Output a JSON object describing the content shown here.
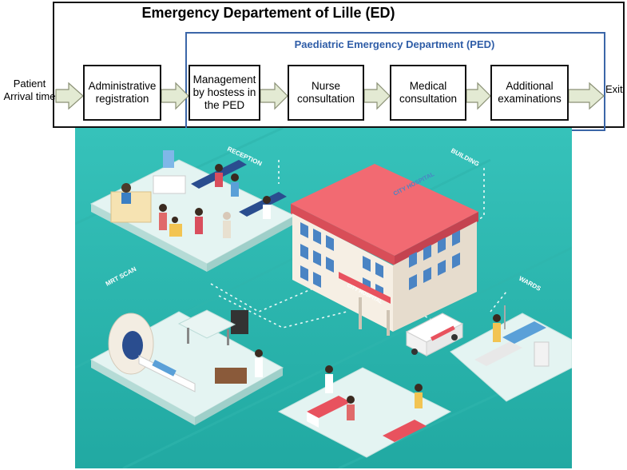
{
  "diagram": {
    "ed_title": "Emergency Departement of Lille (ED)",
    "ped_title": "Paediatric Emergency Department (PED)",
    "start_label_line1": "Patient",
    "start_label_line2": "Arrival time",
    "exit_label": "Exit",
    "steps": [
      "Administrative registration",
      "Management by hostess in the PED",
      "Nurse consultation",
      "Medical consultation",
      "Additional examinations"
    ]
  },
  "illustration": {
    "labels": {
      "reception": "RECEPTION",
      "building": "BUILDING",
      "mri": "MRT SCAN",
      "wards": "WARDS",
      "hospital_sign_roof": "CITY HOSPITAL",
      "hospital_sign_front": "CITY HOSPITAL"
    },
    "colors": {
      "background": "#2ab8b0",
      "roof": "#e8525e",
      "building_wall": "#f3ece1",
      "window": "#4a84c4"
    }
  }
}
